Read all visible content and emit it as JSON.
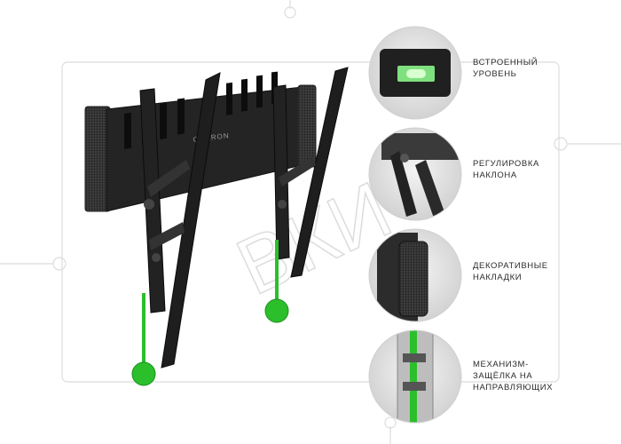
{
  "features": [
    {
      "label": "ВСТРОЕННЫЙ\nУРОВЕНЬ"
    },
    {
      "label": "РЕГУЛИРОВКА\nНАКЛОНА"
    },
    {
      "label": "ДЕКОРАТИВНЫЕ\nНАКЛАДКИ"
    },
    {
      "label": "МЕХАНИЗМ-\nЗАЩЁЛКА НА\nНАПРАВЛЯЮЩИХ"
    }
  ],
  "brand": {
    "logo_text": "ONKRON"
  },
  "watermark": {
    "text": "ВКИ"
  },
  "colors": {
    "bracket": "#1b1b1b",
    "accent_green": "#2bbf2b",
    "thumb_bg": "#ececec",
    "watermark": "#d9d9d9"
  }
}
